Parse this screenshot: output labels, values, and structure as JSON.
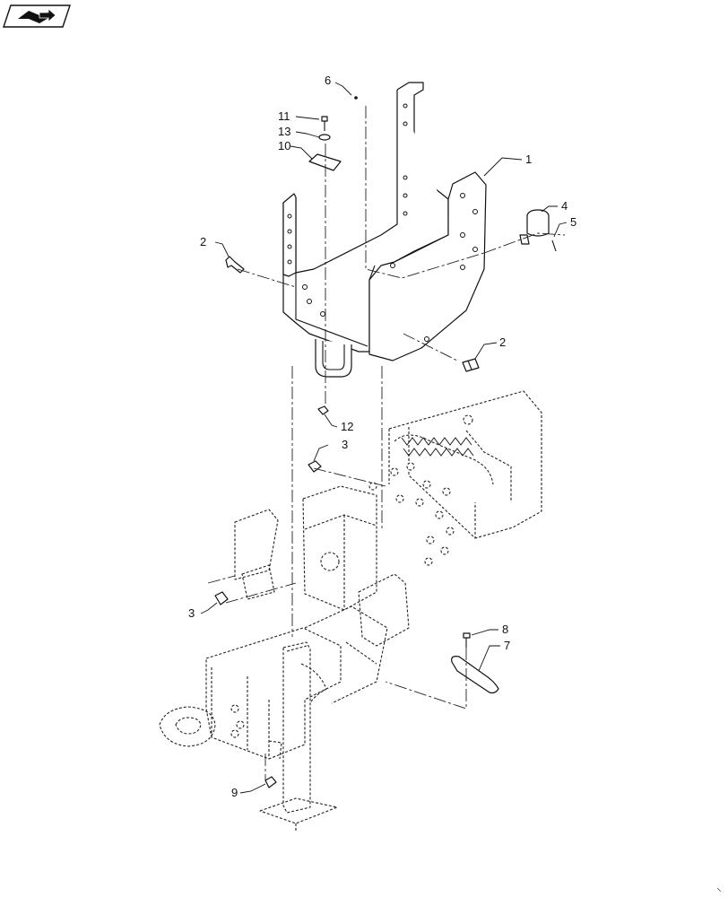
{
  "nav": {
    "icon": "book-arrow-icon"
  },
  "callouts": [
    {
      "id": "c1",
      "label": "1"
    },
    {
      "id": "c2a",
      "label": "2"
    },
    {
      "id": "c2b",
      "label": "2"
    },
    {
      "id": "c3a",
      "label": "3"
    },
    {
      "id": "c3b",
      "label": "3"
    },
    {
      "id": "c4",
      "label": "4"
    },
    {
      "id": "c5",
      "label": "5"
    },
    {
      "id": "c6",
      "label": "6"
    },
    {
      "id": "c7",
      "label": "7"
    },
    {
      "id": "c8",
      "label": "8"
    },
    {
      "id": "c9",
      "label": "9"
    },
    {
      "id": "c10",
      "label": "10"
    },
    {
      "id": "c11",
      "label": "11"
    },
    {
      "id": "c12",
      "label": "12"
    },
    {
      "id": "c13",
      "label": "13"
    }
  ]
}
